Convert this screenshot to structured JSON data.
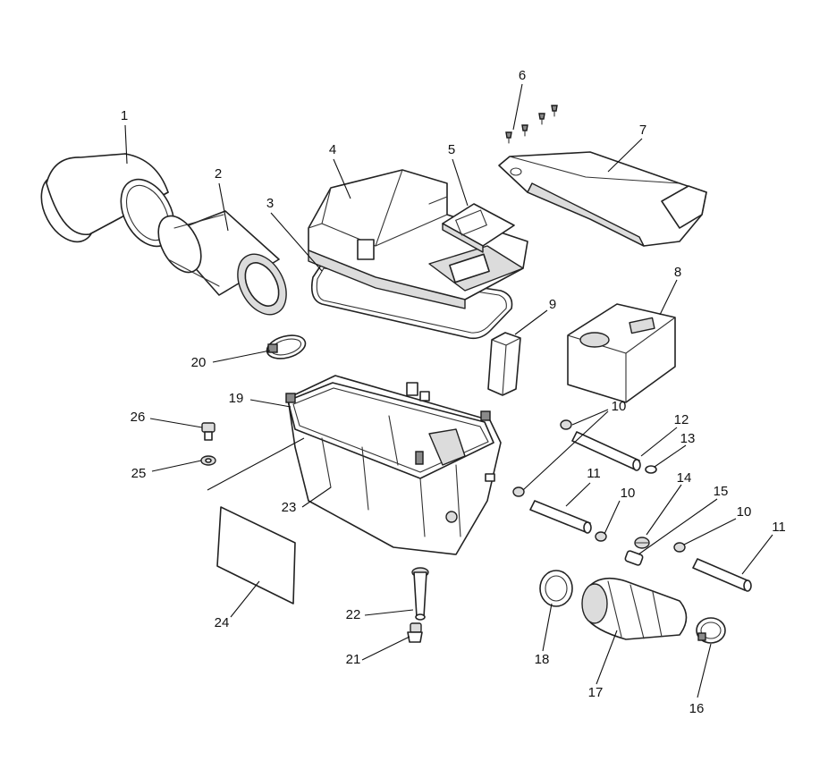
{
  "callouts": [
    {
      "id": "1",
      "label": "1"
    },
    {
      "id": "2",
      "label": "2"
    },
    {
      "id": "3",
      "label": "3"
    },
    {
      "id": "4",
      "label": "4"
    },
    {
      "id": "5",
      "label": "5"
    },
    {
      "id": "6",
      "label": "6"
    },
    {
      "id": "7",
      "label": "7"
    },
    {
      "id": "8",
      "label": "8"
    },
    {
      "id": "9",
      "label": "9"
    },
    {
      "id": "10a",
      "label": "10"
    },
    {
      "id": "10b",
      "label": "10"
    },
    {
      "id": "10c",
      "label": "10"
    },
    {
      "id": "11a",
      "label": "11"
    },
    {
      "id": "11b",
      "label": "11"
    },
    {
      "id": "12",
      "label": "12"
    },
    {
      "id": "13",
      "label": "13"
    },
    {
      "id": "14",
      "label": "14"
    },
    {
      "id": "15",
      "label": "15"
    },
    {
      "id": "16",
      "label": "16"
    },
    {
      "id": "17",
      "label": "17"
    },
    {
      "id": "18",
      "label": "18"
    },
    {
      "id": "19",
      "label": "19"
    },
    {
      "id": "20",
      "label": "20"
    },
    {
      "id": "21",
      "label": "21"
    },
    {
      "id": "22",
      "label": "22"
    },
    {
      "id": "23",
      "label": "23"
    },
    {
      "id": "24",
      "label": "24"
    },
    {
      "id": "25",
      "label": "25"
    },
    {
      "id": "26",
      "label": "26"
    }
  ]
}
